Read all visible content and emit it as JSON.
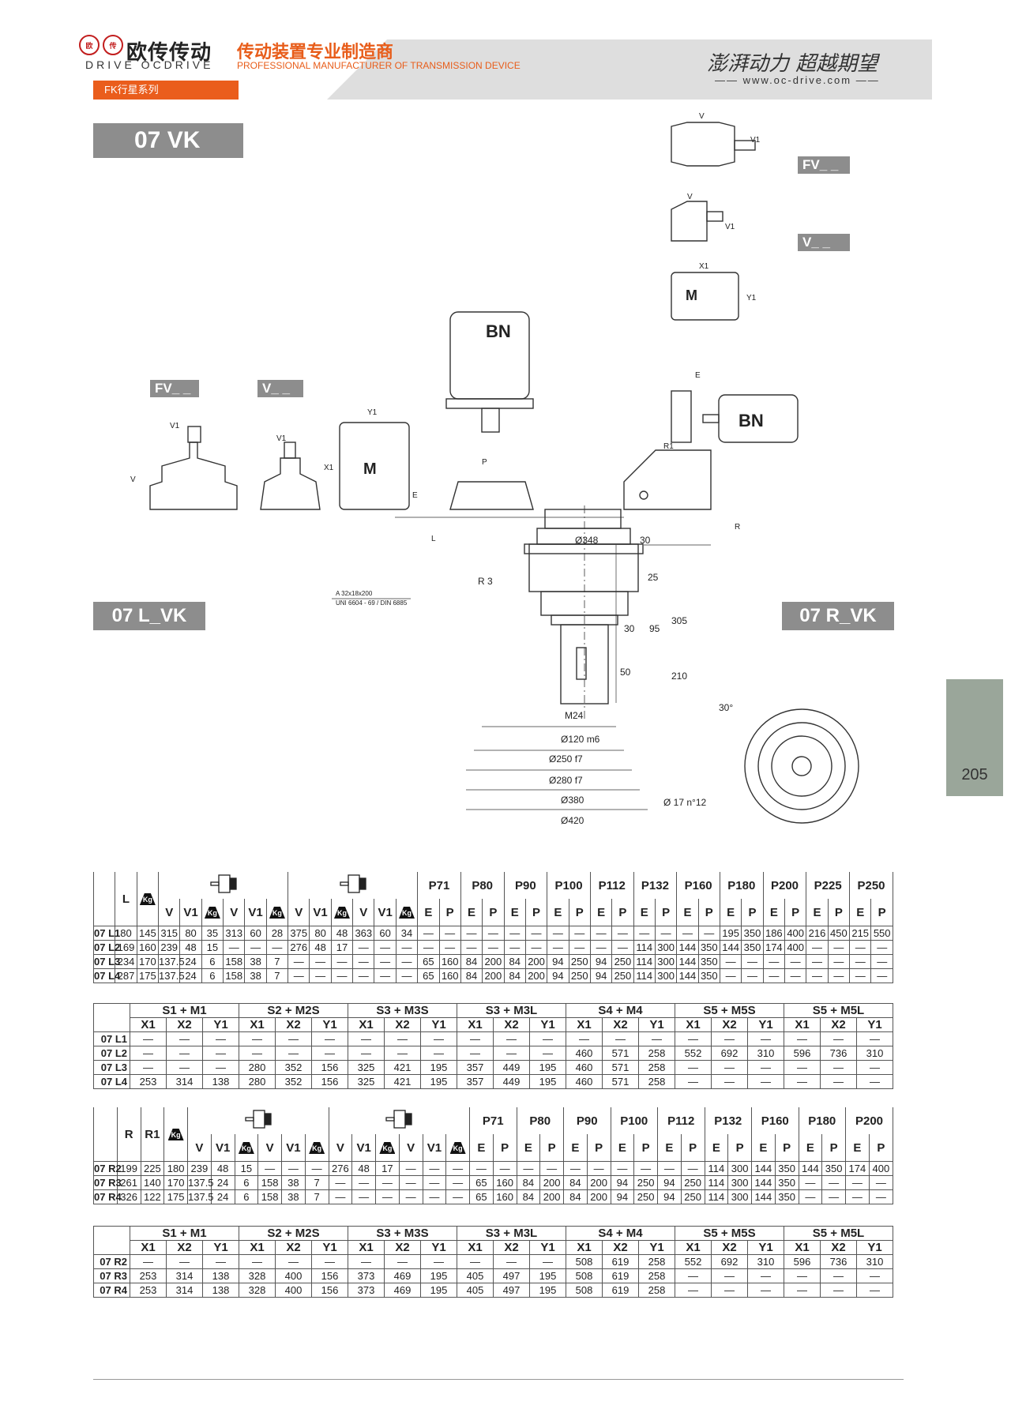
{
  "header": {
    "logo_glyphs": [
      "欧",
      "传"
    ],
    "brand_cn": "欧传传动",
    "brand_en": "DRIVE OCDRIVE",
    "tagline_cn": "传动装置专业制造商",
    "tagline_en": "PROFESSIONAL MANUFACTURER OF TRANSMISSION DEVICE",
    "slogan": "澎湃动力 超越期望",
    "website": "www.oc-drive.com",
    "series": "FK行星系列"
  },
  "title": "07 VK",
  "labels": {
    "left_variant": "07 L_VK",
    "right_variant": "07 R_VK",
    "fv_tag": "FV_ _",
    "v_tag": "V_ _",
    "motor_m": "M",
    "motor_bn": "BN"
  },
  "drawing": {
    "dims": {
      "d348": "Ø348",
      "r3": "R 3",
      "d30": "30",
      "d25": "25",
      "d305": "305",
      "d95": "95",
      "d30b": "30",
      "d50": "50",
      "d210": "210",
      "m24": "M24",
      "d120": "Ø120 m6",
      "d250": "Ø250 f7",
      "d280": "Ø280 f7",
      "d380": "Ø380",
      "d420": "Ø420",
      "holes": "Ø 17 n°12",
      "angle": "30°",
      "key": "A 32x18x200",
      "key_std": "UNI 6604 - 69 / DIN 6885",
      "v": "V",
      "v1": "V1",
      "x1": "X1",
      "y1": "Y1",
      "e": "E",
      "p": "P",
      "l": "L",
      "r": "R",
      "r1": "R1"
    }
  },
  "table_L1": {
    "rows": [
      {
        "label": "07 L1",
        "cells": [
          "80",
          "145",
          "315",
          "80",
          "35",
          "313",
          "60",
          "28",
          "375",
          "80",
          "48",
          "363",
          "60",
          "34",
          "—",
          "—",
          "—",
          "—",
          "—",
          "—",
          "—",
          "—",
          "—",
          "—",
          "—",
          "—",
          "—",
          "—",
          "195",
          "350",
          "186",
          "400",
          "216",
          "450",
          "215",
          "550"
        ]
      },
      {
        "label": "07 L2",
        "cells": [
          "169",
          "160",
          "239",
          "48",
          "15",
          "—",
          "—",
          "—",
          "276",
          "48",
          "17",
          "—",
          "—",
          "—",
          "—",
          "—",
          "—",
          "—",
          "—",
          "—",
          "—",
          "—",
          "—",
          "—",
          "114",
          "300",
          "144",
          "350",
          "144",
          "350",
          "174",
          "400",
          "—",
          "—",
          "—",
          "—"
        ]
      },
      {
        "label": "07 L3",
        "cells": [
          "234",
          "170",
          "137.5",
          "24",
          "6",
          "158",
          "38",
          "7",
          "—",
          "—",
          "—",
          "—",
          "—",
          "—",
          "65",
          "160",
          "84",
          "200",
          "84",
          "200",
          "94",
          "250",
          "94",
          "250",
          "114",
          "300",
          "144",
          "350",
          "—",
          "—",
          "—",
          "—",
          "—",
          "—",
          "—",
          "—"
        ]
      },
      {
        "label": "07 L4",
        "cells": [
          "287",
          "175",
          "137.5",
          "24",
          "6",
          "158",
          "38",
          "7",
          "—",
          "—",
          "—",
          "—",
          "—",
          "—",
          "65",
          "160",
          "84",
          "200",
          "84",
          "200",
          "94",
          "250",
          "94",
          "250",
          "114",
          "300",
          "144",
          "350",
          "—",
          "—",
          "—",
          "—",
          "—",
          "—",
          "—",
          "—"
        ]
      }
    ],
    "h_L": "L",
    "sub1": [
      "V",
      "V1",
      "Kg",
      "V",
      "V1",
      "Kg"
    ],
    "sub2": [
      "V",
      "V1",
      "Kg",
      "V",
      "V1",
      "Kg"
    ],
    "motor_heads": [
      "P71",
      "P80",
      "P90",
      "P100",
      "P112",
      "P132",
      "P160",
      "P180",
      "P200",
      "P225",
      "P250"
    ],
    "motor_sub": [
      "E",
      "P",
      "E",
      "P",
      "E",
      "P",
      "E",
      "P",
      "E",
      "P",
      "E",
      "P",
      "E",
      "P",
      "E",
      "P",
      "E",
      "P",
      "E",
      "P",
      "E",
      "P"
    ]
  },
  "table_L2": {
    "groups": [
      "S1 + M1",
      "S2 + M2S",
      "S3 + M3S",
      "S3 + M3L",
      "S4 + M4",
      "S5 + M5S",
      "S5 + M5L"
    ],
    "sub": [
      "X1",
      "X2",
      "Y1"
    ],
    "rows": [
      {
        "label": "07 L1",
        "cells": [
          "—",
          "—",
          "—",
          "—",
          "—",
          "—",
          "—",
          "—",
          "—",
          "—",
          "—",
          "—",
          "—",
          "—",
          "—",
          "—",
          "—",
          "—",
          "—",
          "—",
          "—"
        ]
      },
      {
        "label": "07 L2",
        "cells": [
          "—",
          "—",
          "—",
          "—",
          "—",
          "—",
          "—",
          "—",
          "—",
          "—",
          "—",
          "—",
          "460",
          "571",
          "258",
          "552",
          "692",
          "310",
          "596",
          "736",
          "310"
        ]
      },
      {
        "label": "07 L3",
        "cells": [
          "—",
          "—",
          "—",
          "280",
          "352",
          "156",
          "325",
          "421",
          "195",
          "357",
          "449",
          "195",
          "460",
          "571",
          "258",
          "—",
          "—",
          "—",
          "—",
          "—",
          "—"
        ]
      },
      {
        "label": "07 L4",
        "cells": [
          "253",
          "314",
          "138",
          "280",
          "352",
          "156",
          "325",
          "421",
          "195",
          "357",
          "449",
          "195",
          "460",
          "571",
          "258",
          "—",
          "—",
          "—",
          "—",
          "—",
          "—"
        ]
      }
    ]
  },
  "table_R1": {
    "h_R": "R",
    "h_R1": "R1",
    "motor_heads": [
      "P71",
      "P80",
      "P90",
      "P100",
      "P112",
      "P132",
      "P160",
      "P180",
      "P200"
    ],
    "rows": [
      {
        "label": "07 R2",
        "cells": [
          "199",
          "225",
          "180",
          "239",
          "48",
          "15",
          "—",
          "—",
          "—",
          "276",
          "48",
          "17",
          "—",
          "—",
          "—",
          "—",
          "—",
          "—",
          "—",
          "—",
          "—",
          "—",
          "—",
          "—",
          "—",
          "114",
          "300",
          "144",
          "350",
          "144",
          "350",
          "174",
          "400"
        ]
      },
      {
        "label": "07 R3",
        "cells": [
          "261",
          "140",
          "170",
          "137.5",
          "24",
          "6",
          "158",
          "38",
          "7",
          "—",
          "—",
          "—",
          "—",
          "—",
          "—",
          "65",
          "160",
          "84",
          "200",
          "84",
          "200",
          "94",
          "250",
          "94",
          "250",
          "114",
          "300",
          "144",
          "350",
          "—",
          "—",
          "—",
          "—"
        ]
      },
      {
        "label": "07 R4",
        "cells": [
          "326",
          "122",
          "175",
          "137.5",
          "24",
          "6",
          "158",
          "38",
          "7",
          "—",
          "—",
          "—",
          "—",
          "—",
          "—",
          "65",
          "160",
          "84",
          "200",
          "84",
          "200",
          "94",
          "250",
          "94",
          "250",
          "114",
          "300",
          "144",
          "350",
          "—",
          "—",
          "—",
          "—"
        ]
      }
    ]
  },
  "table_R2": {
    "rows": [
      {
        "label": "07 R2",
        "cells": [
          "—",
          "—",
          "—",
          "—",
          "—",
          "—",
          "—",
          "—",
          "—",
          "—",
          "—",
          "—",
          "508",
          "619",
          "258",
          "552",
          "692",
          "310",
          "596",
          "736",
          "310"
        ]
      },
      {
        "label": "07 R3",
        "cells": [
          "253",
          "314",
          "138",
          "328",
          "400",
          "156",
          "373",
          "469",
          "195",
          "405",
          "497",
          "195",
          "508",
          "619",
          "258",
          "—",
          "—",
          "—",
          "—",
          "—",
          "—"
        ]
      },
      {
        "label": "07 R4",
        "cells": [
          "253",
          "314",
          "138",
          "328",
          "400",
          "156",
          "373",
          "469",
          "195",
          "405",
          "497",
          "195",
          "508",
          "619",
          "258",
          "—",
          "—",
          "—",
          "—",
          "—",
          "—"
        ]
      }
    ]
  },
  "page_number": "205"
}
